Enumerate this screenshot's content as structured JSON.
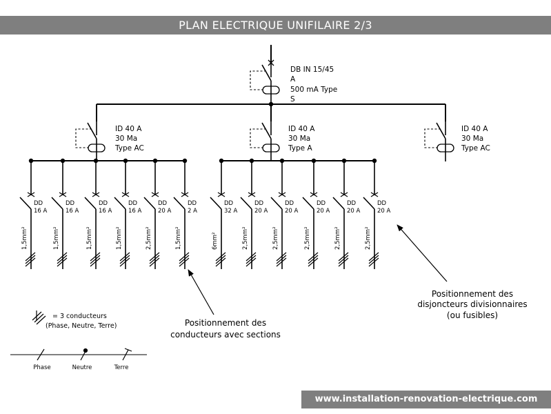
{
  "title": "PLAN ELECTRIQUE UNIFILAIRE 2/3",
  "footer_url": "www.installation-renovation-electrique.com",
  "main_breaker": {
    "lines": [
      "DB IN 15/45",
      "A",
      "500 mA Type",
      "S"
    ]
  },
  "groups": [
    {
      "label_lines": [
        "ID 40 A",
        "30 Ma",
        "Type AC"
      ],
      "circuits": [
        {
          "rating": [
            "DD",
            "16 A"
          ],
          "section": "1,5mm²"
        },
        {
          "rating": [
            "DD",
            "16 A"
          ],
          "section": "1,5mm²"
        },
        {
          "rating": [
            "DD",
            "16 A"
          ],
          "section": "1,5mm²"
        },
        {
          "rating": [
            "DD",
            "16 A"
          ],
          "section": "1,5mm²"
        },
        {
          "rating": [
            "DD",
            "20 A"
          ],
          "section": "2,5mm²"
        },
        {
          "rating": [
            "DD",
            "2 A"
          ],
          "section": "1,5mm²"
        }
      ]
    },
    {
      "label_lines": [
        "ID 40 A",
        "30 Ma",
        "Type A"
      ],
      "circuits": [
        {
          "rating": [
            "DD",
            "32 A"
          ],
          "section": "6mm²"
        },
        {
          "rating": [
            "DD",
            "20 A"
          ],
          "section": "2,5mm²"
        },
        {
          "rating": [
            "DD",
            "20 A"
          ],
          "section": "2,5mm²"
        },
        {
          "rating": [
            "DD",
            "20 A"
          ],
          "section": "2,5mm²"
        },
        {
          "rating": [
            "DD",
            "20 A"
          ],
          "section": "2,5mm²"
        },
        {
          "rating": [
            "DD",
            "20 A"
          ],
          "section": "2,5mm²"
        }
      ]
    },
    {
      "label_lines": [
        "ID 40 A",
        "30 Ma",
        "Type AC"
      ],
      "circuits": []
    }
  ],
  "annotations": {
    "breakers_note": [
      "Positionnement des",
      "disjoncteurs divisionnaires",
      "(ou fusibles)"
    ],
    "conductors_note": [
      "Positionnement des",
      "conducteurs avec sections"
    ]
  },
  "legend": {
    "symbol_text": "= 3 conducteurs",
    "symbol_detail": "(Phase, Neutre, Terre)",
    "phase": "Phase",
    "neutre": "Neutre",
    "terre": "Terre"
  }
}
